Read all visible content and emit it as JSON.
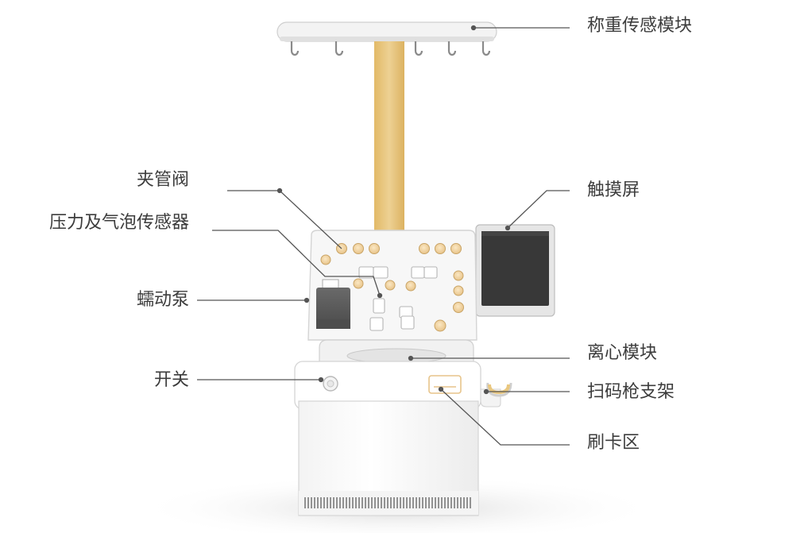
{
  "diagram": {
    "colors": {
      "label_text": "#3c3c3c",
      "leader_line": "#555555",
      "mast": "#e9c77f",
      "accent_knob": "#f2d7a4",
      "body": "#fafafa",
      "screen": "#383838",
      "pump": "#5a5a5a"
    },
    "labels": {
      "weighing_module": "称重传感模块",
      "pinch_valve": "夹管阀",
      "pressure_bubble_sensor": "压力及气泡传感器",
      "peristaltic_pump": "蠕动泵",
      "touchscreen": "触摸屏",
      "centrifuge_module": "离心模块",
      "power_switch": "开关",
      "scanner_holder": "扫码枪支架",
      "card_reader": "刷卡区"
    }
  }
}
